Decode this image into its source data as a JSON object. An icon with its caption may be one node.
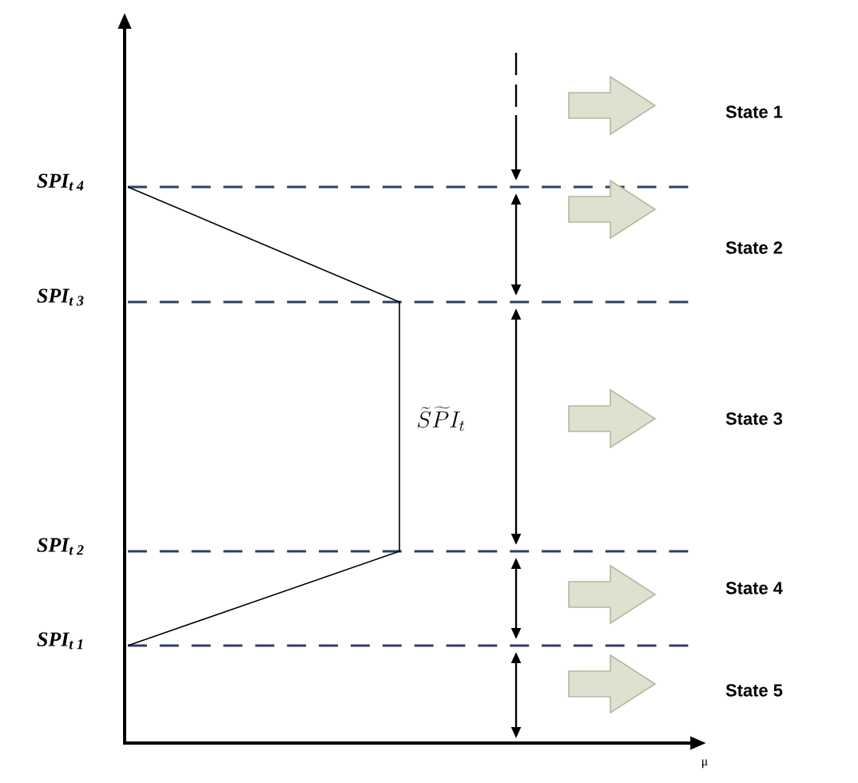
{
  "diagram": {
    "labels": [
      "State 1",
      "SPI$_{t 4}$",
      "State 2",
      "SPI$_{t 3}$",
      "\\widetilde{S}\\widetilde{P}I_t",
      "State 3",
      "SPI$_{t 2}$",
      "State 4",
      "SPI$_{t 1}$",
      "State 5",
      "μ"
    ]
  }
}
